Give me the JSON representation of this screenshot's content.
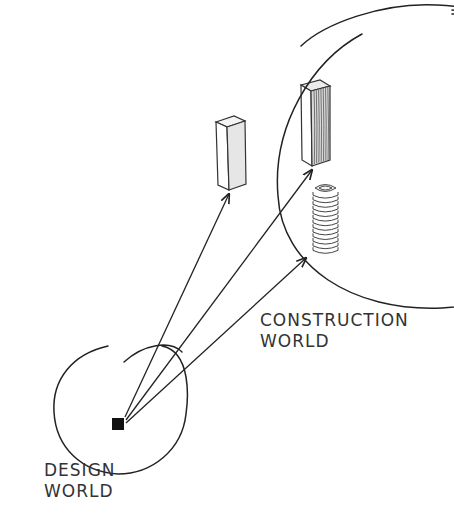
{
  "diagram": {
    "nodes": [
      {
        "text": [
          "CONSTRUCTION WORLD"
        ]
      },
      {
        "text": [
          "DESIGN WORLD"
        ]
      }
    ],
    "edges": [
      {
        "from": 1,
        "to": 0,
        "arrow": "to"
      },
      {
        "from": 1,
        "to": 0,
        "arrow": "to"
      },
      {
        "from": 1,
        "to": 0,
        "arrow": "to"
      }
    ]
  }
}
